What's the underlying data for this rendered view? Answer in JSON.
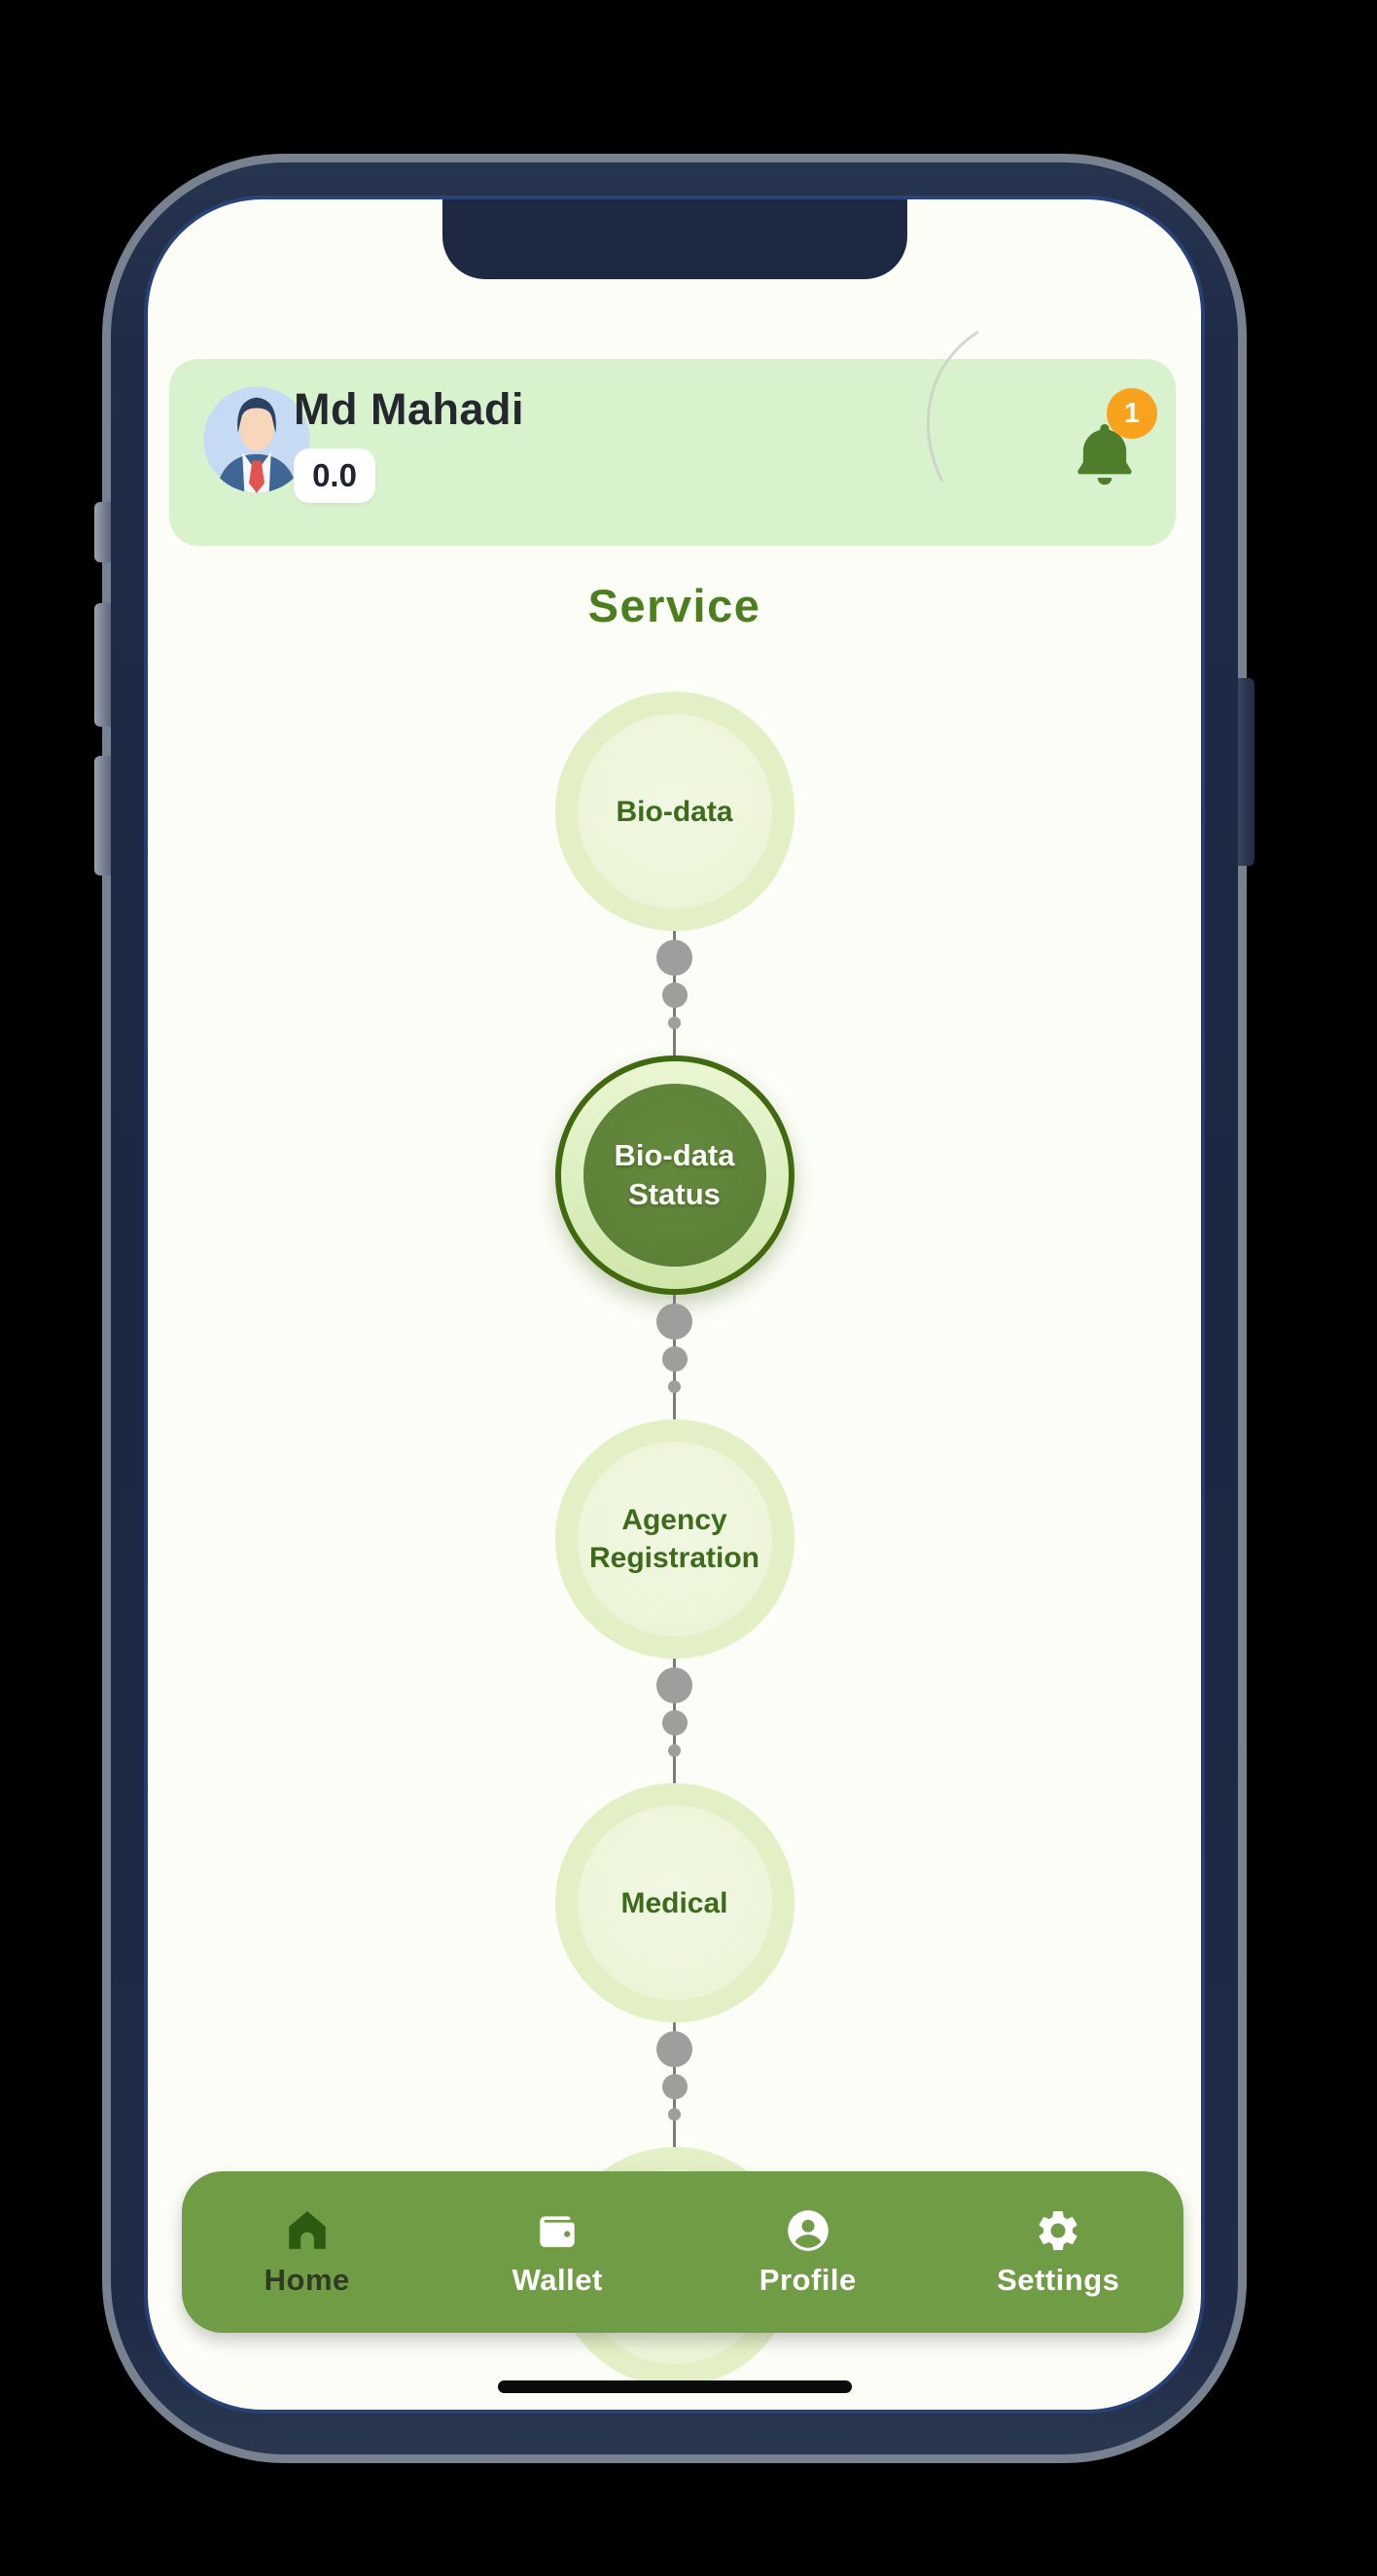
{
  "header": {
    "name": "Md Mahadi",
    "balance": "0.0",
    "notification_count": "1"
  },
  "page_title": "Service",
  "timeline": {
    "steps": [
      {
        "label": "Bio-data",
        "state": "default"
      },
      {
        "label": "Bio-data Status",
        "state": "active"
      },
      {
        "label": "Agency Registration",
        "state": "default"
      },
      {
        "label": "Medical",
        "state": "default"
      },
      {
        "label": "",
        "state": "partially-hidden-behind-nav"
      }
    ]
  },
  "nav": {
    "items": [
      {
        "label": "Home",
        "icon": "home-icon",
        "active": true
      },
      {
        "label": "Wallet",
        "icon": "wallet-icon",
        "active": false
      },
      {
        "label": "Profile",
        "icon": "profile-icon",
        "active": false
      },
      {
        "label": "Settings",
        "icon": "settings-icon",
        "active": false
      }
    ]
  },
  "colors": {
    "nav_green": "#6f9c45",
    "header_card_green": "#d9f2ce",
    "accent_green": "#4c7e1e",
    "active_circle_green": "#5d8138",
    "active_circle_border": "#42690f",
    "step_circle_light_green": "#e3efc5",
    "badge_orange": "#f8a21d",
    "connector_gray": "#9e9e9c",
    "phone_frame_navy": "#1f2b47"
  }
}
